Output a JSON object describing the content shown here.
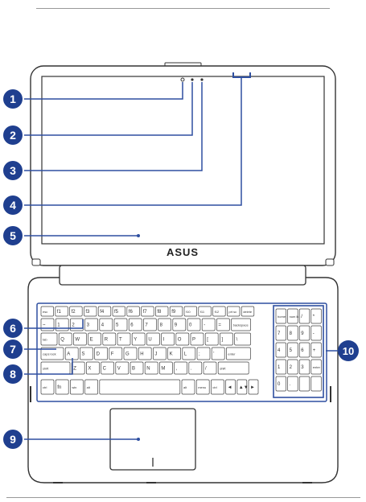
{
  "brand": {
    "logo_text": "ASUS"
  },
  "callouts": [
    {
      "number": "1",
      "target": "camera-indicator"
    },
    {
      "number": "2",
      "target": "camera"
    },
    {
      "number": "3",
      "target": "ambient-light-sensor"
    },
    {
      "number": "4",
      "target": "wireless-antenna"
    },
    {
      "number": "5",
      "target": "display-panel"
    },
    {
      "number": "6",
      "target": "keyboard-function-row"
    },
    {
      "number": "7",
      "target": "keyboard-tab-key"
    },
    {
      "number": "8",
      "target": "keyboard-caps-lock-key"
    },
    {
      "number": "9",
      "target": "touchpad"
    },
    {
      "number": "10",
      "target": "numeric-keypad"
    }
  ],
  "keyboard": {
    "function_row": [
      "esc",
      "f1",
      "f2",
      "f3",
      "f4",
      "f5",
      "f6",
      "f7",
      "f8",
      "f9",
      "f10",
      "f11",
      "f12",
      "prt sc",
      "delete"
    ],
    "number_row": [
      "~",
      "1",
      "2",
      "3",
      "4",
      "5",
      "6",
      "7",
      "8",
      "9",
      "0",
      "-",
      "=",
      "backspace"
    ],
    "qwerty_row": [
      "tab",
      "Q",
      "W",
      "E",
      "R",
      "T",
      "Y",
      "U",
      "I",
      "O",
      "P",
      "[",
      "]",
      "\\"
    ],
    "home_row": [
      "caps lock",
      "A",
      "S",
      "D",
      "F",
      "G",
      "H",
      "J",
      "K",
      "L",
      ";",
      "'",
      "enter"
    ],
    "shift_row": [
      "shift",
      "Z",
      "X",
      "C",
      "V",
      "B",
      "N",
      "M",
      ",",
      ".",
      "/",
      "shift"
    ],
    "bottom_row": [
      "ctrl",
      "fn",
      "win",
      "alt",
      "",
      "alt",
      "menu",
      "ctrl",
      "◄",
      "▲▼",
      "►"
    ],
    "numpad_rows": [
      [
        "home",
        "num lk",
        "/",
        "*"
      ],
      [
        "7",
        "8",
        "9",
        "-"
      ],
      [
        "4",
        "5",
        "6",
        "+"
      ],
      [
        "1",
        "2",
        "3",
        "enter"
      ],
      [
        "0",
        ".",
        "",
        ""
      ]
    ]
  },
  "colors": {
    "badge": "#1f3f8f",
    "highlight": "#2e4fa0",
    "outline": "#333333"
  }
}
